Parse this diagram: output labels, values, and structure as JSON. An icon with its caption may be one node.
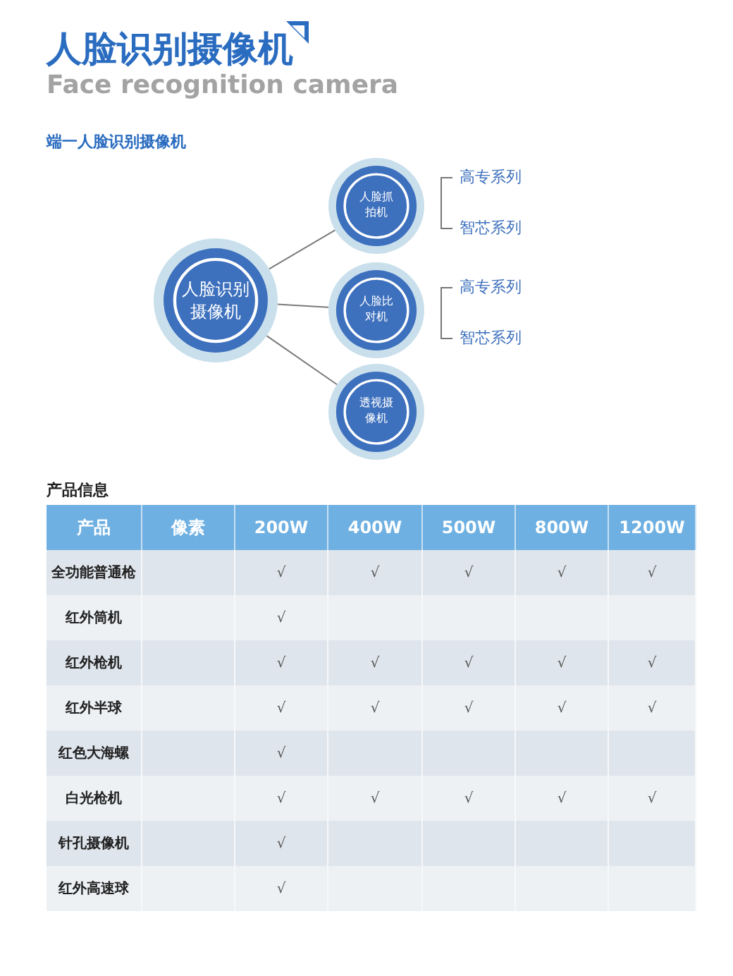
{
  "diagram": {
    "title": "人脸识别摄像机",
    "nodes": [
      {
        "text": [
          "人脸识别摄像机"
        ]
      },
      {
        "text": [
          "人脸抓拍机"
        ]
      },
      {
        "text": [
          "人脸比对机"
        ]
      },
      {
        "text": [
          "透视摄像机"
        ]
      }
    ],
    "edges": [
      {
        "from": 0,
        "to": 1,
        "arrow": "none"
      },
      {
        "from": 0,
        "to": 2,
        "arrow": "none"
      },
      {
        "from": 0,
        "to": 3,
        "arrow": "none"
      }
    ],
    "labels": [
      "Face recognition camera",
      "端一人脸识别摄像机",
      "高专系列",
      "智芯系列",
      "高专系列",
      "智芯系列",
      "产品信息",
      "产品",
      "像素",
      "200W",
      "400W",
      "500W",
      "800W",
      "1200W",
      "全功能普通枪",
      "√",
      "√",
      "√",
      "√",
      "√",
      "红外筒机",
      "√",
      "红外枪机",
      "√",
      "√",
      "√",
      "√",
      "√",
      "红外半球",
      "√",
      "√",
      "√",
      "√",
      "√",
      "红色大海螺",
      "√",
      "白光枪机",
      "√",
      "√",
      "√",
      "√",
      "√",
      "针孔摄像机",
      "√",
      "红外高速球",
      "√"
    ]
  }
}
